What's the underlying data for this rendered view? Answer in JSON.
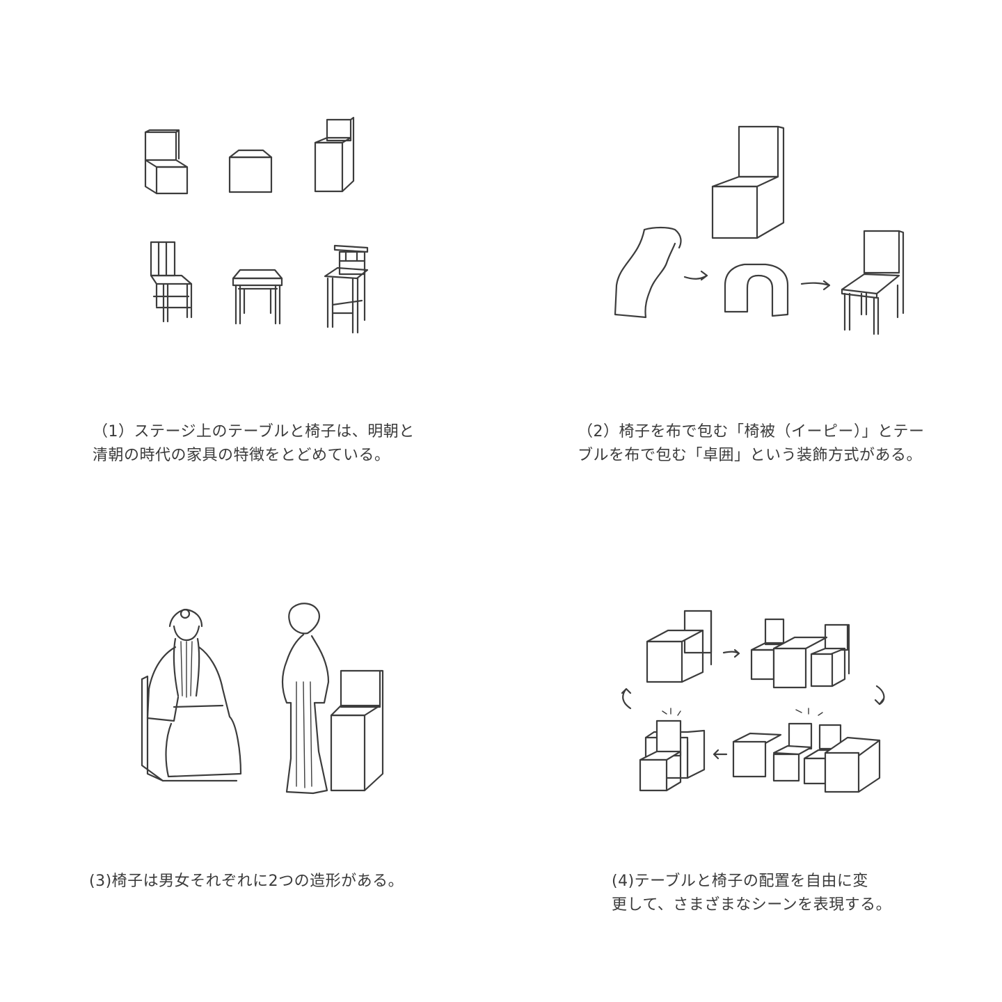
{
  "panels": [
    {
      "id": 1,
      "figure": "ming-qing-table-and-chairs-illustration",
      "caption_lines": [
        "（1）ステージ上のテーブルと椅子は、明朝と",
        "清朝の時代の家具の特徴をとどめている。"
      ]
    },
    {
      "id": 2,
      "figure": "cloth-wrapped-chair-illustration",
      "caption_lines": [
        "（2）椅子を布で包む「椅被（イーピー）」とテー",
        "ブルを布で包む「卓囲」という装飾方式がある。"
      ]
    },
    {
      "id": 3,
      "figure": "male-and-female-opera-figures-with-chairs",
      "caption_lines": [
        "(3)椅子は男女それぞれに2つの造形がある。"
      ]
    },
    {
      "id": 4,
      "figure": "rearranged-table-and-chairs-cycle",
      "caption_lines": [
        "(4)テーブルと椅子の配置を自由に変",
        "更して、さまざまなシーンを表現する。"
      ]
    }
  ]
}
